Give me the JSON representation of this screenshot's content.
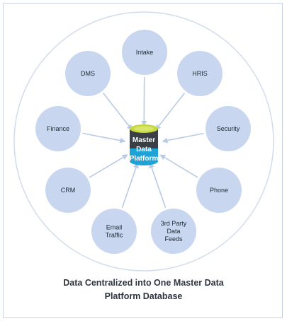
{
  "center": {
    "lines": [
      "Master",
      "Data",
      "Platform"
    ]
  },
  "nodes": [
    {
      "id": "intake",
      "lines": [
        "Intake"
      ]
    },
    {
      "id": "hris",
      "lines": [
        "HRIS"
      ]
    },
    {
      "id": "security",
      "lines": [
        "Security"
      ]
    },
    {
      "id": "phone",
      "lines": [
        "Phone"
      ]
    },
    {
      "id": "third-party-data-feeds",
      "lines": [
        "3rd Party",
        "Data",
        "Feeds"
      ]
    },
    {
      "id": "email-traffic",
      "lines": [
        "Email",
        "Traffic"
      ]
    },
    {
      "id": "crm",
      "lines": [
        "CRM"
      ]
    },
    {
      "id": "finance",
      "lines": [
        "Finance"
      ]
    },
    {
      "id": "dms",
      "lines": [
        "DMS"
      ]
    }
  ],
  "caption": {
    "line1": "Data Centralized into One Master Data",
    "line2": "Platform Database"
  },
  "colors": {
    "node_fill": "#c8d7ef",
    "arrow": "#b9cbe4",
    "outer_circle": "#d2dcea",
    "db_top": "#c6d83e",
    "db_mid": "#3a3f47",
    "db_bottom": "#1fa2d6"
  }
}
